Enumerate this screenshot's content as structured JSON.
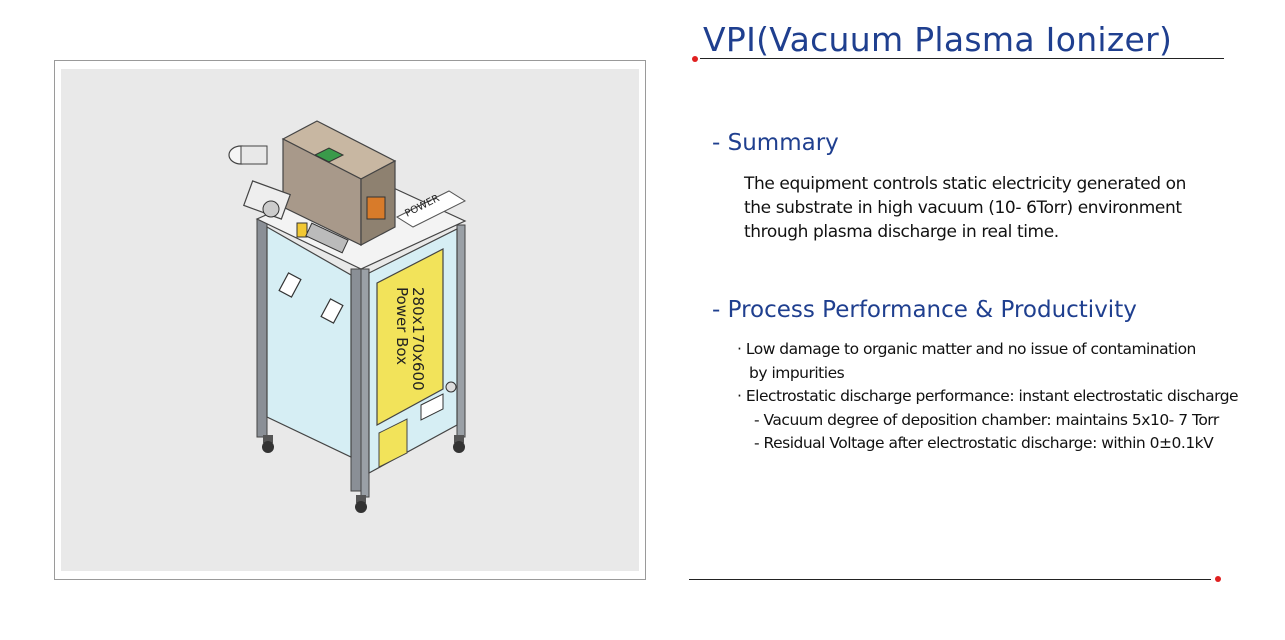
{
  "title": "VPI(Vacuum Plasma Ionizer)",
  "summary": {
    "heading": "- Summary",
    "lines": [
      "The equipment controls static electricity generated on",
      "the substrate in high vacuum (10- 6Torr) environment",
      "through plasma discharge in real time."
    ]
  },
  "performance": {
    "heading": "- Process Performance & Productivity",
    "lines": [
      "· Low damage to organic matter and no issue of contamination",
      "by impurities",
      "· Electrostatic discharge performance: instant electrostatic discharge",
      "- Vacuum degree of deposition chamber: maintains 5x10- 7 Torr",
      "- Residual Voltage after electrostatic discharge: within 0±0.1kV"
    ]
  },
  "image": {
    "power_box_label_1": "Power Box",
    "power_box_label_2": "280x170x600",
    "power_label": "POWER"
  },
  "colors": {
    "heading_blue": "#1f3f8f",
    "accent_red": "#e02020",
    "panel_yellow": "#f2e35a",
    "panel_lightblue": "#d6eef4"
  }
}
